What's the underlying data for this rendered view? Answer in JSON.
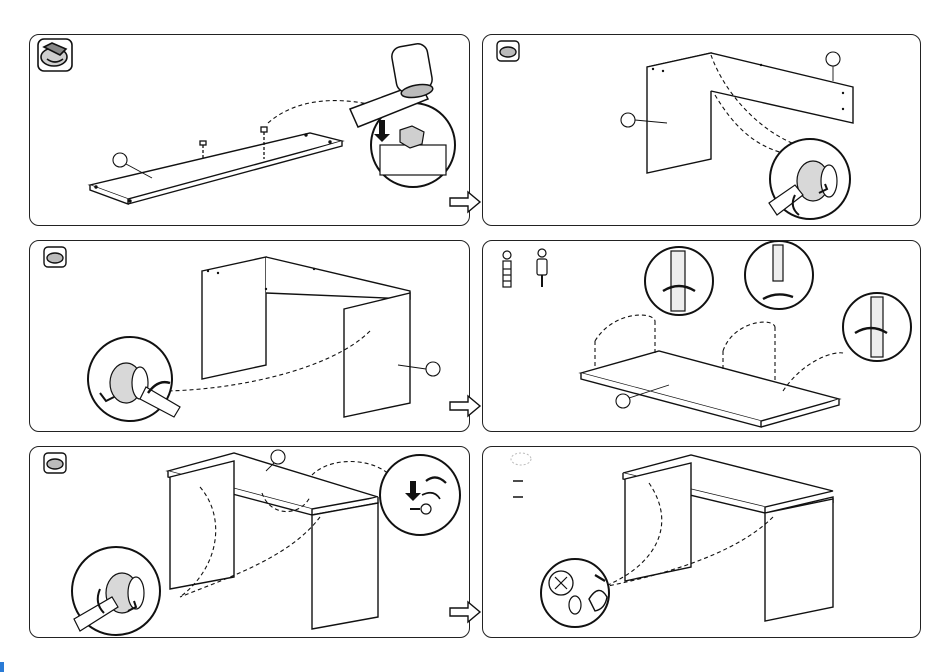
{
  "page": {
    "background": "#ffffff",
    "line_color": "#222222"
  },
  "steps": [
    {
      "id": 1,
      "part_icon": "cam-lock-icon",
      "tool": "hammer-icon"
    },
    {
      "id": 2,
      "part_icon": "cam-lock-icon",
      "tool": "screwdriver-icon"
    },
    {
      "id": 3,
      "part_icon": "cam-lock-icon",
      "tool": "screwdriver-icon"
    },
    {
      "id": 4,
      "part_icon": "dowel-icon",
      "tool": "screwdriver-icon"
    },
    {
      "id": 5,
      "part_icon": "cam-lock-icon",
      "tool": "screwdriver-icon"
    },
    {
      "id": 6,
      "part_icon": "cover-cap-icon",
      "tool": "hand-icon"
    }
  ],
  "next_arrow_icon": "next-step-arrow-icon"
}
